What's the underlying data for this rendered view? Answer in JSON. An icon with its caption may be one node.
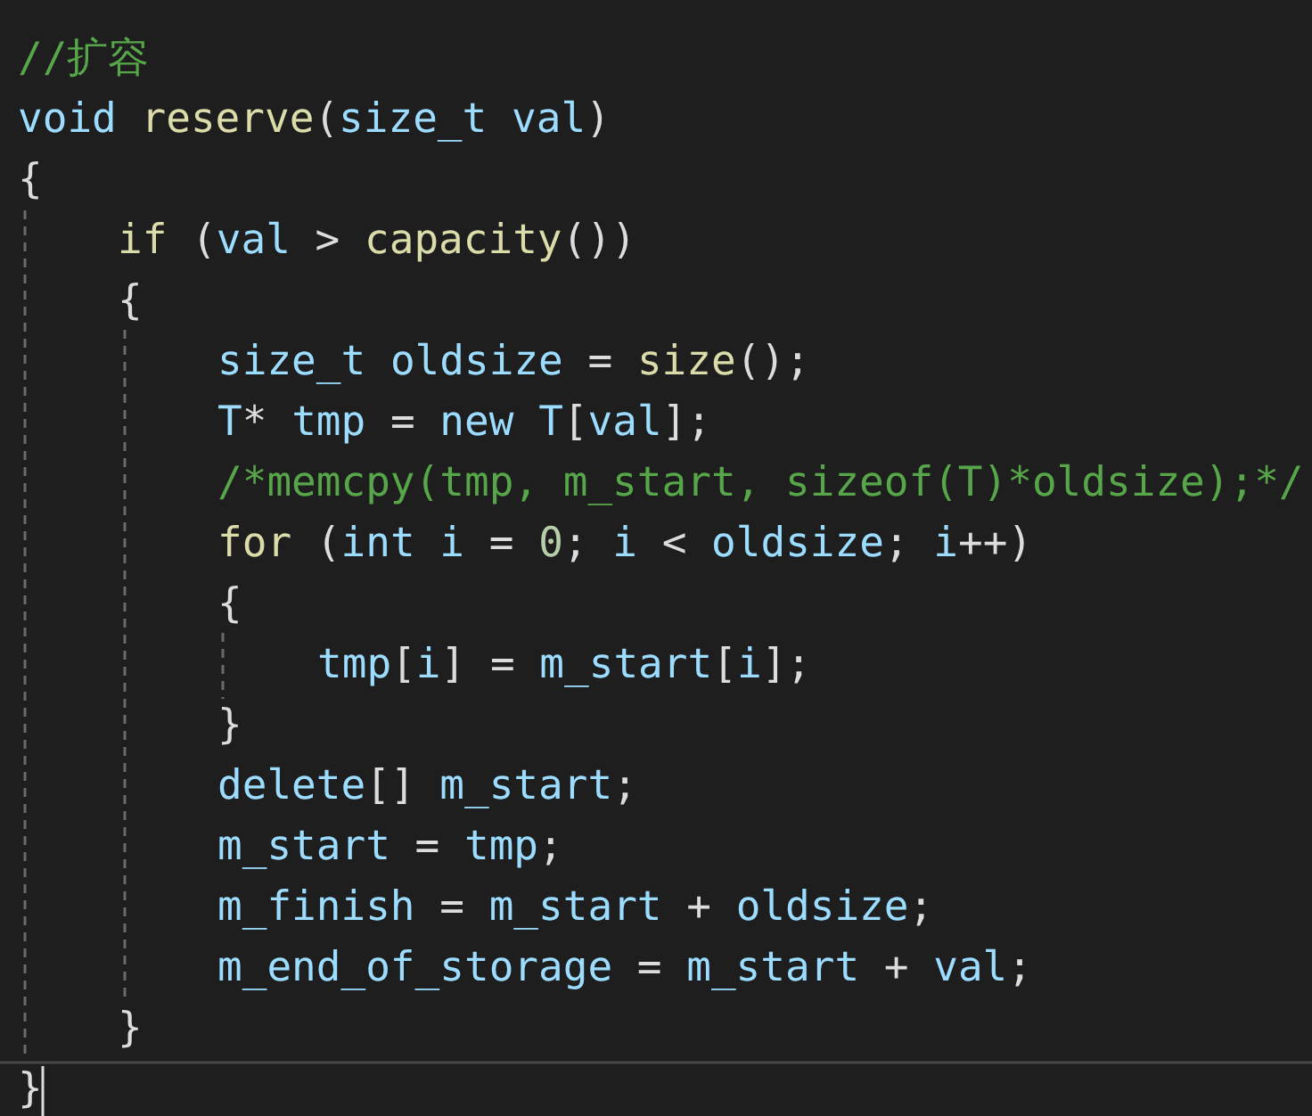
{
  "diagram": {
    "labels": [
      "//扩容",
      "void reserve(size_t val)",
      "{",
      "if (val > capacity())",
      "{",
      "size_t oldsize = size();",
      "T* tmp = new T[val];",
      "/*memcpy(tmp, m_start, sizeof(T)*oldsize);*/",
      "for (int i = 0; i < oldsize; i++)",
      "{",
      "tmp[i] = m_start[i];",
      "}",
      "delete[] m_start;",
      "m_start = tmp;",
      "m_finish = m_start + oldsize;",
      "m_end_of_storage = m_start + val;",
      "}",
      "}"
    ]
  }
}
